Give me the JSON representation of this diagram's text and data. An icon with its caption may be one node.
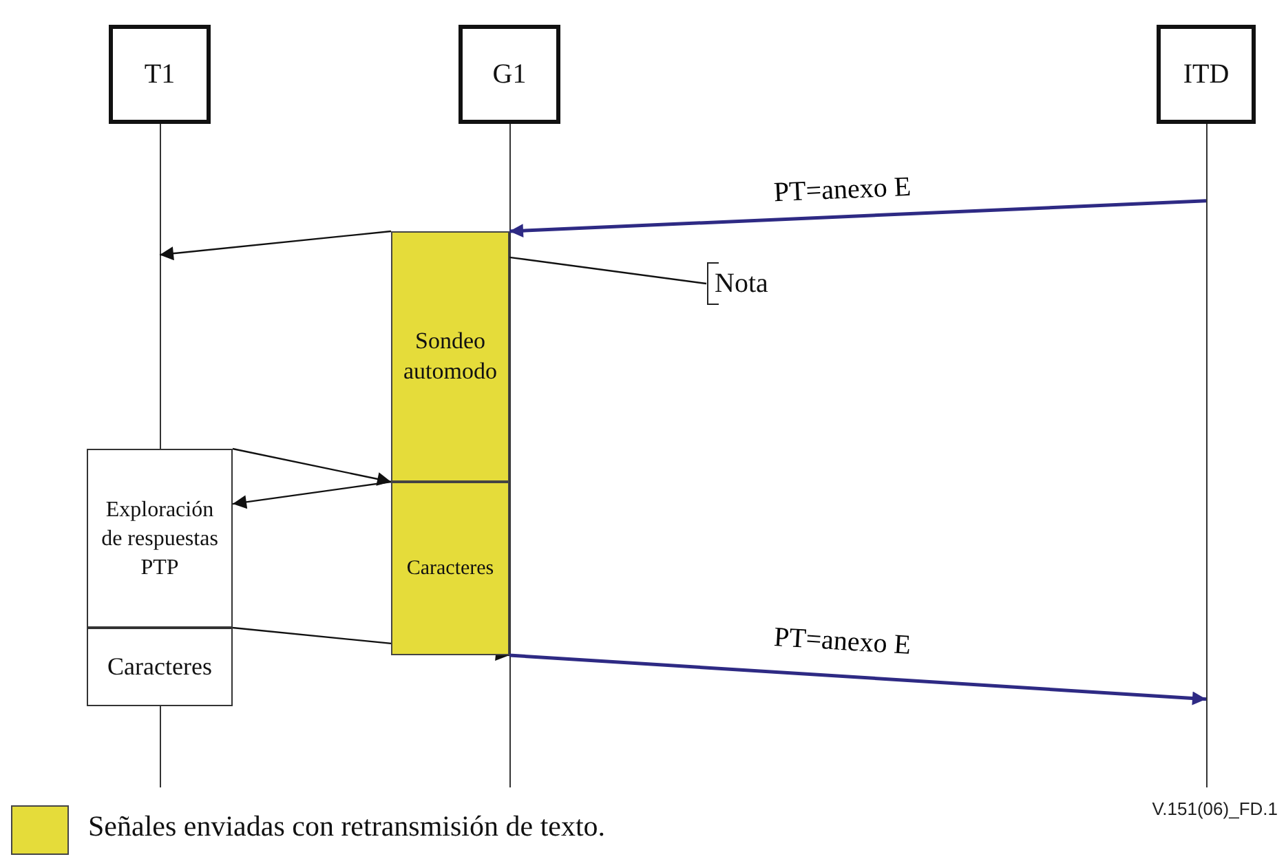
{
  "diagram": {
    "nodes": [
      {
        "text": [
          "T1"
        ]
      },
      {
        "text": [
          "G1"
        ]
      },
      {
        "text": [
          "ITD"
        ]
      },
      {
        "text": [
          "Sondeo automodo"
        ]
      },
      {
        "text": [
          "Caracteres"
        ]
      },
      {
        "text": [
          "Exploración de respuestas PTP"
        ]
      },
      {
        "text": [
          "Caracteres"
        ]
      },
      {
        "text": [
          "Nota"
        ]
      },
      {
        "text": [],
        "shape": "line"
      },
      {
        "text": [],
        "shape": "line"
      },
      {
        "text": [],
        "shape": "line"
      },
      {
        "text": [],
        "shape": "line"
      }
    ],
    "edges": [
      {
        "from": 11,
        "to": 3,
        "arrow": "to",
        "label": "PT=anexo E",
        "color": "#2e2a84"
      },
      {
        "from": 3,
        "to": 8,
        "arrow": "to"
      },
      {
        "from": 7,
        "to": 3,
        "arrow": "none"
      },
      {
        "from": 5,
        "to": 4,
        "arrow": "to"
      },
      {
        "from": 4,
        "to": 5,
        "arrow": "to"
      },
      {
        "from": 6,
        "to": 4,
        "arrow": "to"
      },
      {
        "from": 4,
        "to": 11,
        "arrow": "to",
        "label": "PT=anexo E",
        "color": "#2e2a84"
      }
    ],
    "labels": [
      "V.151(06)_FD.1"
    ],
    "legend": [
      {
        "text": "Señales enviadas con retransmisión de texto.",
        "color": "#e5dc3a"
      }
    ]
  }
}
